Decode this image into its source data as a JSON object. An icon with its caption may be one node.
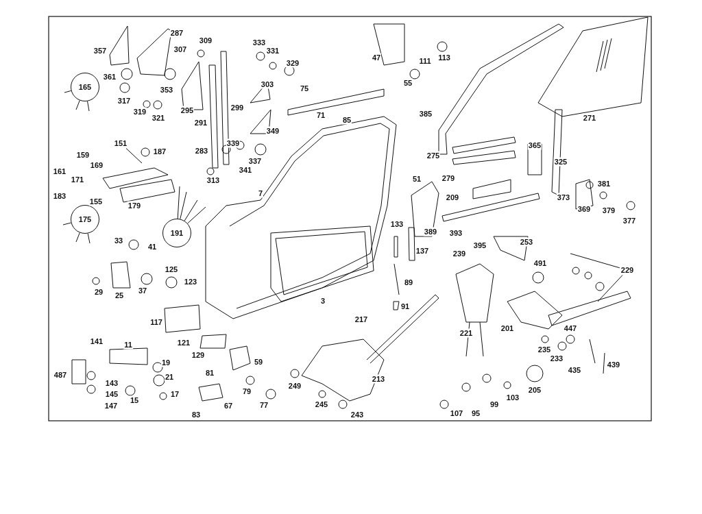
{
  "diagram": {
    "nodes": [
      {
        "text": [
          "165"
        ]
      },
      {
        "text": [
          "175"
        ]
      },
      {
        "text": [
          "191"
        ]
      },
      {
        "text": [
          "151"
        ]
      },
      {
        "text": [
          "229"
        ]
      }
    ],
    "edges": [
      {
        "from": 0,
        "to": null,
        "arrow": "none"
      },
      {
        "from": 0,
        "to": null,
        "arrow": "none"
      },
      {
        "from": 0,
        "to": null,
        "arrow": "none"
      },
      {
        "from": 1,
        "to": null,
        "arrow": "none"
      },
      {
        "from": 1,
        "to": null,
        "arrow": "none"
      },
      {
        "from": 1,
        "to": null,
        "arrow": "none"
      },
      {
        "from": 2,
        "to": null,
        "arrow": "none"
      },
      {
        "from": 2,
        "to": null,
        "arrow": "none"
      },
      {
        "from": 2,
        "to": null,
        "arrow": "none"
      },
      {
        "from": 2,
        "to": null,
        "arrow": "none"
      },
      {
        "from": 3,
        "to": null,
        "arrow": "none"
      },
      {
        "from": 4,
        "to": null,
        "arrow": "none"
      },
      {
        "from": 4,
        "to": null,
        "arrow": "none"
      }
    ],
    "labels": [
      "287",
      "309",
      "357",
      "307",
      "333",
      "331",
      "329",
      "361",
      "353",
      "303",
      "75",
      "47",
      "111",
      "113",
      "55",
      "317",
      "319",
      "321",
      "295",
      "299",
      "71",
      "85",
      "385",
      "271",
      "291",
      "349",
      "187",
      "339",
      "337",
      "283",
      "159",
      "169",
      "161",
      "171",
      "341",
      "313",
      "183",
      "155",
      "179",
      "275",
      "365",
      "325",
      "279",
      "51",
      "209",
      "381",
      "373",
      "369",
      "379",
      "377",
      "7",
      "133",
      "389",
      "393",
      "137",
      "395",
      "253",
      "33",
      "41",
      "239",
      "491",
      "125",
      "123",
      "29",
      "25",
      "37",
      "89",
      "3",
      "91",
      "217",
      "117",
      "201",
      "447",
      "221",
      "121",
      "141",
      "11",
      "235",
      "129",
      "19",
      "59",
      "233",
      "439",
      "81",
      "435",
      "487",
      "21",
      "213",
      "143",
      "205",
      "249",
      "17",
      "79",
      "145",
      "15",
      "77",
      "67",
      "147",
      "245",
      "103",
      "99",
      "95",
      "83",
      "243",
      "107"
    ]
  }
}
